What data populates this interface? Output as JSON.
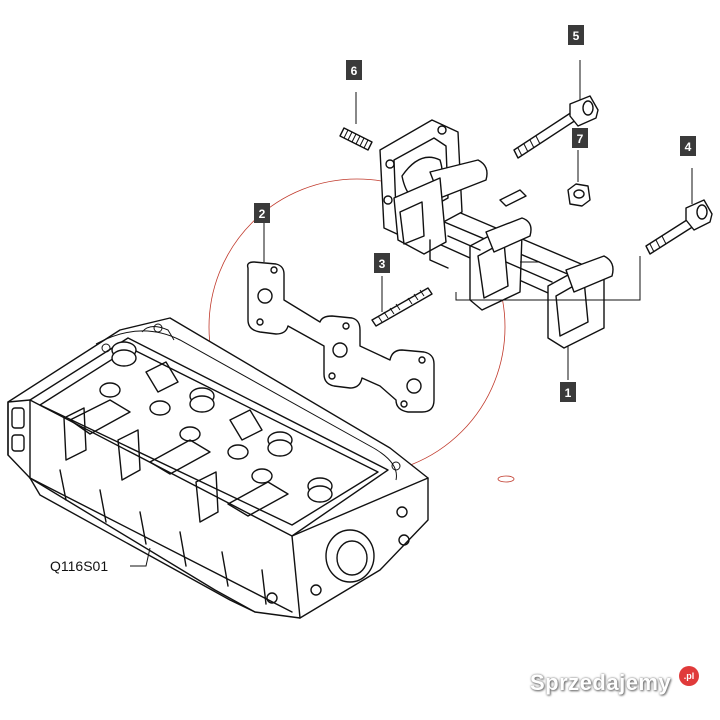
{
  "callouts": [
    {
      "number": "1"
    },
    {
      "number": "2"
    },
    {
      "number": "3"
    },
    {
      "number": "4"
    },
    {
      "number": "5"
    },
    {
      "number": "6"
    },
    {
      "number": "7"
    }
  ],
  "reference_code": "Q116S01",
  "watermark": {
    "text": "Sprzedajemy",
    "suffix": ".pl"
  },
  "colors": {
    "ink": "#111111",
    "callout_bg": "#3a3a3a",
    "highlight_circle": "#c0392b",
    "watermark_accent": "#e03a3a"
  }
}
